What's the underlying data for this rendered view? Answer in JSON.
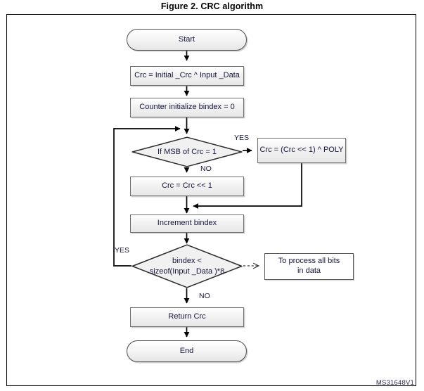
{
  "figure": {
    "title": "Figure 2. CRC algorithm",
    "id_code": "MS31648V1"
  },
  "flowchart": {
    "type": "flowchart",
    "nodes": [
      {
        "key": "start",
        "shape": "terminator",
        "label": "Start"
      },
      {
        "key": "init_crc",
        "shape": "process",
        "label": "Crc = Initial _Crc ^ Input _Data"
      },
      {
        "key": "init_ctr",
        "shape": "process",
        "label": "Counter initialize bindex = 0"
      },
      {
        "key": "msb_test",
        "shape": "decision",
        "label": "If MSB of Crc = 1"
      },
      {
        "key": "shift_poly",
        "shape": "process",
        "label": "Crc = (Crc << 1) ^ POLY"
      },
      {
        "key": "shift",
        "shape": "process",
        "label": "Crc = Crc << 1"
      },
      {
        "key": "increment",
        "shape": "process",
        "label": "Increment bindex"
      },
      {
        "key": "loop_test",
        "shape": "decision",
        "label_line1": "bindex <",
        "label_line2": "sizeof(Input _Data )*8"
      },
      {
        "key": "note",
        "shape": "note",
        "label_line1": "To process all bits",
        "label_line2": "in data"
      },
      {
        "key": "return",
        "shape": "process",
        "label": "Return Crc"
      },
      {
        "key": "end",
        "shape": "terminator",
        "label": "End"
      }
    ],
    "edge_labels": {
      "msb_yes": "YES",
      "msb_no": "NO",
      "loop_yes": "YES",
      "loop_no": "NO"
    },
    "colors": {
      "node_stroke": "#6e6e6e",
      "node_fill": "#f0f0f0",
      "line": "#000000",
      "text": "#14143c"
    }
  }
}
